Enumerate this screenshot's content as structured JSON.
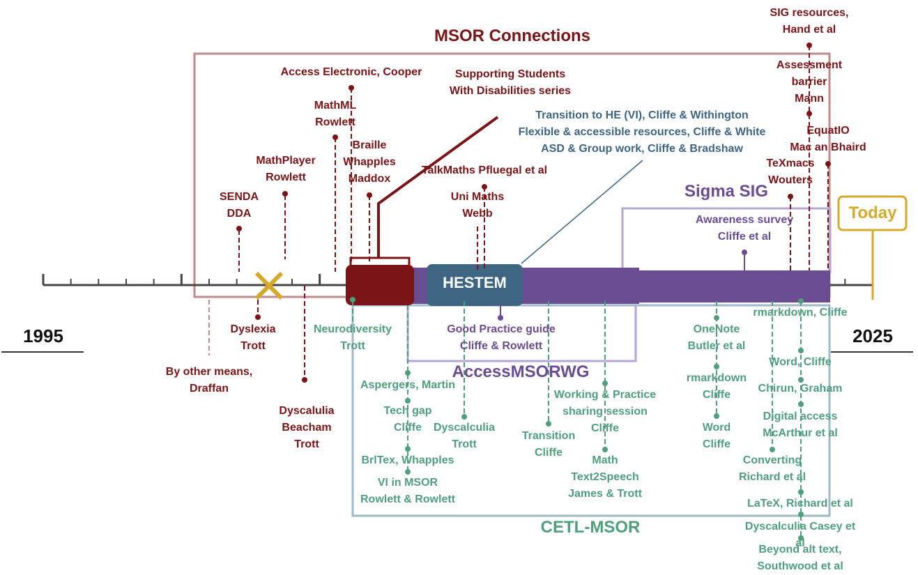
{
  "years": {
    "start": "1995",
    "end": "2025"
  },
  "groups": {
    "msor": "MSOR Connections",
    "sigma": "Sigma SIG",
    "accessmsorwg": "AccessMSORWG",
    "cetl": "CETL-MSOR",
    "hestem": "HESTEM",
    "today": "Today"
  },
  "msor_items": {
    "senda": "SENDA\nDDA",
    "mathplayer": "MathPlayer\nRowlett",
    "mathml": "MathML\nRowlett",
    "access_electronic": "Access Electronic, Cooper",
    "braille": "Braille\nWhapples\nMaddox",
    "supporting": "Supporting Students\nWith Disabilities series",
    "talkmaths": "TalkMaths Pfluegal et al",
    "unimaths": "Uni Maths\nWebb",
    "sig_resources": "SIG resources,\nHand et al",
    "assessment": "Assessment\nbarrier\nMann",
    "equatio": "EquatIO\nMac an Bhaird",
    "texmacs": "TeXmacs\nWouters",
    "dyslexia": "Dyslexia\nTrott",
    "other_means": "By other means,\nDraffan",
    "dyscalulia": "Dyscalulia\nBeacham\nTrott"
  },
  "hestem_items": {
    "transition_block": "Transition to HE (VI), Cliffe & Withington\nFlexible & accessible resources, Cliffe & White\nASD & Group work, Cliffe & Bradshaw"
  },
  "sigma_items": {
    "awareness": "Awareness survey\nCliffe et al"
  },
  "accessmsorwg_items": {
    "good_practice": "Good Practice guide\nCliffe & Rowlett"
  },
  "cetl_items": {
    "neurodiversity": "Neurodiversity\nTrott",
    "aspergers": "Aspergers, Martin",
    "tech_gap": "Tech gap\nCliffe",
    "dyscalculia_trott": "Dyscalculia\nTrott",
    "brltex": "BrlTex, Whapples",
    "vi_msor": "VI in MSOR\nRowlett & Rowlett",
    "working_practice": "Working & Practice\nsharing session\nCliffe",
    "transition": "Transition\nCliffe",
    "text2speech": "Math\nText2Speech\nJames & Trott",
    "onenote": "OneNote\nButler et al",
    "rmarkdown_cliffe": "rmarkdown\nCliffe",
    "word_cliffe": "Word\nCliffe",
    "rmarkdown_comma": "rmarkdown, Cliffe",
    "word_comma": "Word, Cliffe",
    "chirun": "Chirun, Graham",
    "digital_access": "Digital access\nMcArthur et al",
    "converting": "Converting\nRichard et al",
    "latex": "LaTeX, Richard et al",
    "dyscalculia_casey": "Dyscalculia Casey et al",
    "beyond_alt": "Beyond alt text, Southwood et al"
  },
  "colors": {
    "msor": "#7b1416",
    "msor_box": "#c08a8b",
    "sigma": "#6a4c93",
    "sigma_box": "#b6a6d6",
    "cetl": "#4f9e7c",
    "cetl_box": "#9fb8c6",
    "hestem": "#3e6581",
    "today": "#d4a92c",
    "axis": "#444444"
  }
}
